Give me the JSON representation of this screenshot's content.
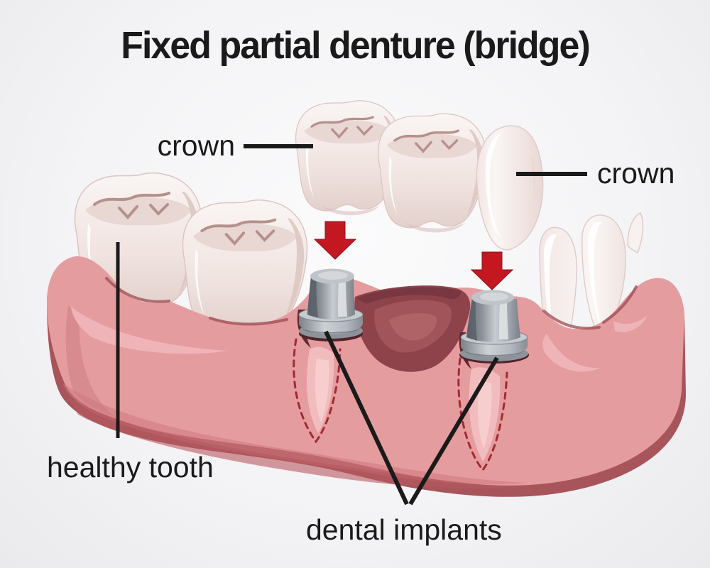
{
  "title": "Fixed partial denture (bridge)",
  "labels": {
    "crown_left": "crown",
    "crown_right": "crown",
    "healthy_tooth": "healthy tooth",
    "dental_implants": "dental implants"
  },
  "colors": {
    "background": "#f3f3f5",
    "text": "#1a1a1a",
    "leader_line": "#1a1a1a",
    "gum_pink": "#e59c9f",
    "gum_highlight": "#f2bbbd",
    "gum_shadow": "#b5595f",
    "gum_rim": "#a8545b",
    "socket_maroon": "#8e434b",
    "tooth_white": "#f9f4f2",
    "tooth_shadow": "#e2cfcb",
    "implant_gray": "#aab0b6",
    "implant_dark": "#5a6067",
    "arrow_red": "#c2141e",
    "dashed_root_red": "#a12b33"
  }
}
